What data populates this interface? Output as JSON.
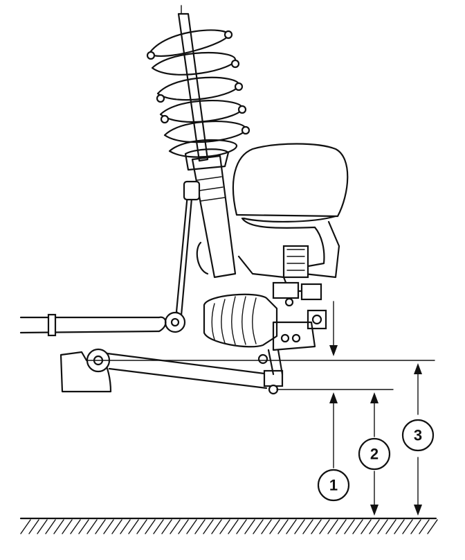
{
  "diagram": {
    "callouts": [
      {
        "label": "1"
      },
      {
        "label": "2"
      },
      {
        "label": "3"
      }
    ]
  }
}
